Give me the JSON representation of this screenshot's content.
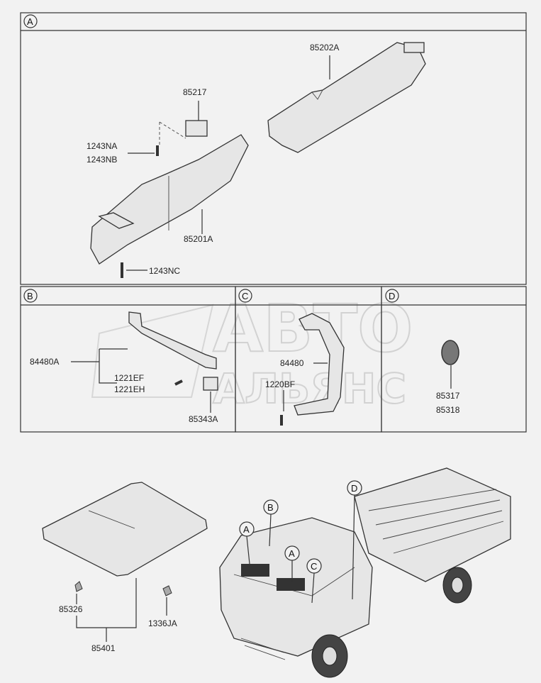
{
  "watermark": {
    "line1": "АВТО",
    "line2": "АЛЬЯНС"
  },
  "sections": {
    "A": "A",
    "B": "B",
    "C": "C",
    "D": "D"
  },
  "labels": {
    "p85202A": "85202A",
    "p85217": "85217",
    "p1243NA": "1243NA",
    "p1243NB": "1243NB",
    "p85201A": "85201A",
    "p1243NC": "1243NC",
    "p84480A": "84480A",
    "p1221EF": "1221EF",
    "p1221EH": "1221EH",
    "p85343A": "85343A",
    "p84480": "84480",
    "p1220BF": "1220BF",
    "p85317": "85317",
    "p85318": "85318",
    "p85326": "85326",
    "p1336JA": "1336JA",
    "p85401": "85401"
  },
  "truck_callouts": [
    "A",
    "B",
    "A",
    "C",
    "D"
  ]
}
